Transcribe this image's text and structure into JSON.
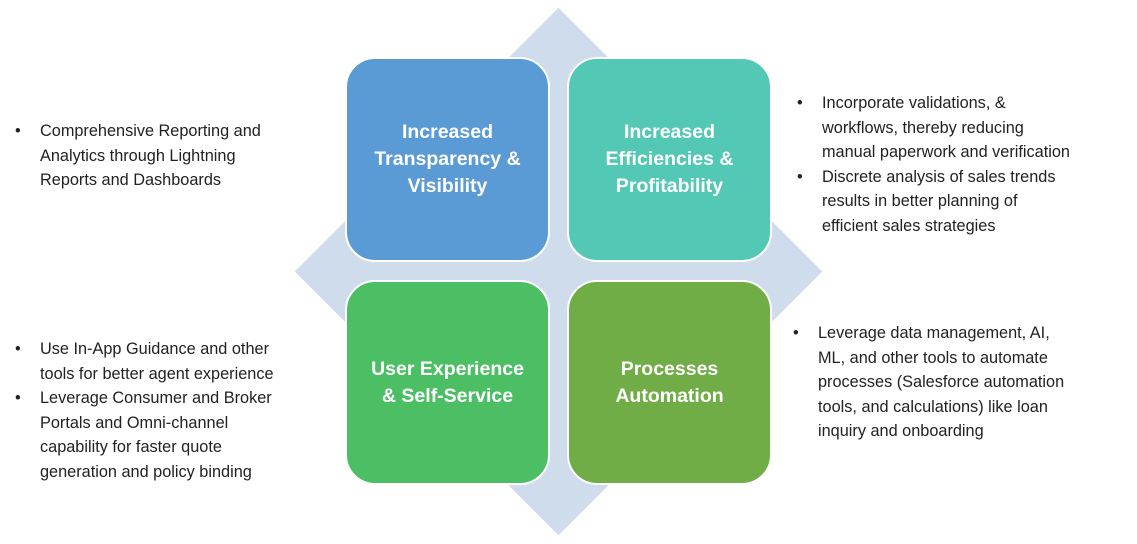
{
  "colors": {
    "transparency": "#5b9bd5",
    "efficiencies": "#53c8b4",
    "user_experience": "#4cbf65",
    "automation": "#70ad47",
    "diamond": "#cfdcec"
  },
  "boxes": {
    "transparency": [
      "Increased",
      "Transparency &",
      "Visibility"
    ],
    "efficiencies": [
      "Increased",
      "Efficiencies &",
      "Profitability"
    ],
    "user_experience": [
      "User Experience",
      "& Self-Service"
    ],
    "automation": [
      "Processes",
      "Automation"
    ]
  },
  "notes": {
    "top_left": [
      [
        "Comprehensive Reporting and",
        "Analytics through Lightning",
        "Reports and Dashboards"
      ]
    ],
    "top_right": [
      [
        "Incorporate validations, &",
        "workflows, thereby reducing",
        "manual paperwork and verification"
      ],
      [
        "Discrete analysis of sales trends",
        "results in better planning of",
        "efficient sales strategies"
      ]
    ],
    "bottom_left": [
      [
        "Use In-App Guidance and other",
        "tools for better agent experience"
      ],
      [
        "Leverage Consumer and Broker",
        "Portals and Omni-channel",
        "capability for faster quote",
        "generation and policy binding"
      ]
    ],
    "bottom_right": [
      [
        "Leverage data management, AI,",
        "ML, and other tools to automate",
        "processes (Salesforce automation",
        "tools, and calculations) like loan",
        "inquiry and onboarding"
      ]
    ]
  }
}
